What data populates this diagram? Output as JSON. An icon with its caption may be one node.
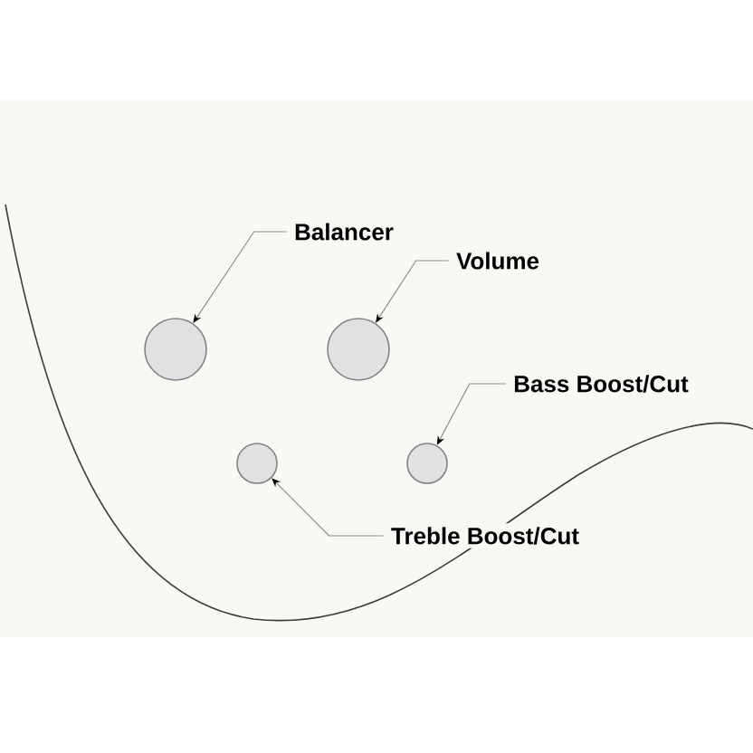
{
  "diagram": {
    "nodes": [
      {
        "text": [
          "Balancer"
        ]
      },
      {
        "text": [
          "Volume"
        ]
      },
      {
        "text": [],
        "shape": "circle"
      },
      {
        "text": [],
        "shape": "circle"
      },
      {
        "text": [
          "Bass Boost/Cut"
        ]
      },
      {
        "text": [],
        "shape": "circle"
      },
      {
        "text": [],
        "shape": "circle"
      },
      {
        "text": [
          "Treble Boost/Cut"
        ]
      }
    ],
    "edges": [
      {
        "from": 0,
        "to": 2,
        "arrow": "to"
      },
      {
        "from": 1,
        "to": 3,
        "arrow": "to"
      },
      {
        "from": 4,
        "to": 5,
        "arrow": "to"
      },
      {
        "from": 7,
        "to": 6,
        "arrow": "to"
      }
    ]
  }
}
